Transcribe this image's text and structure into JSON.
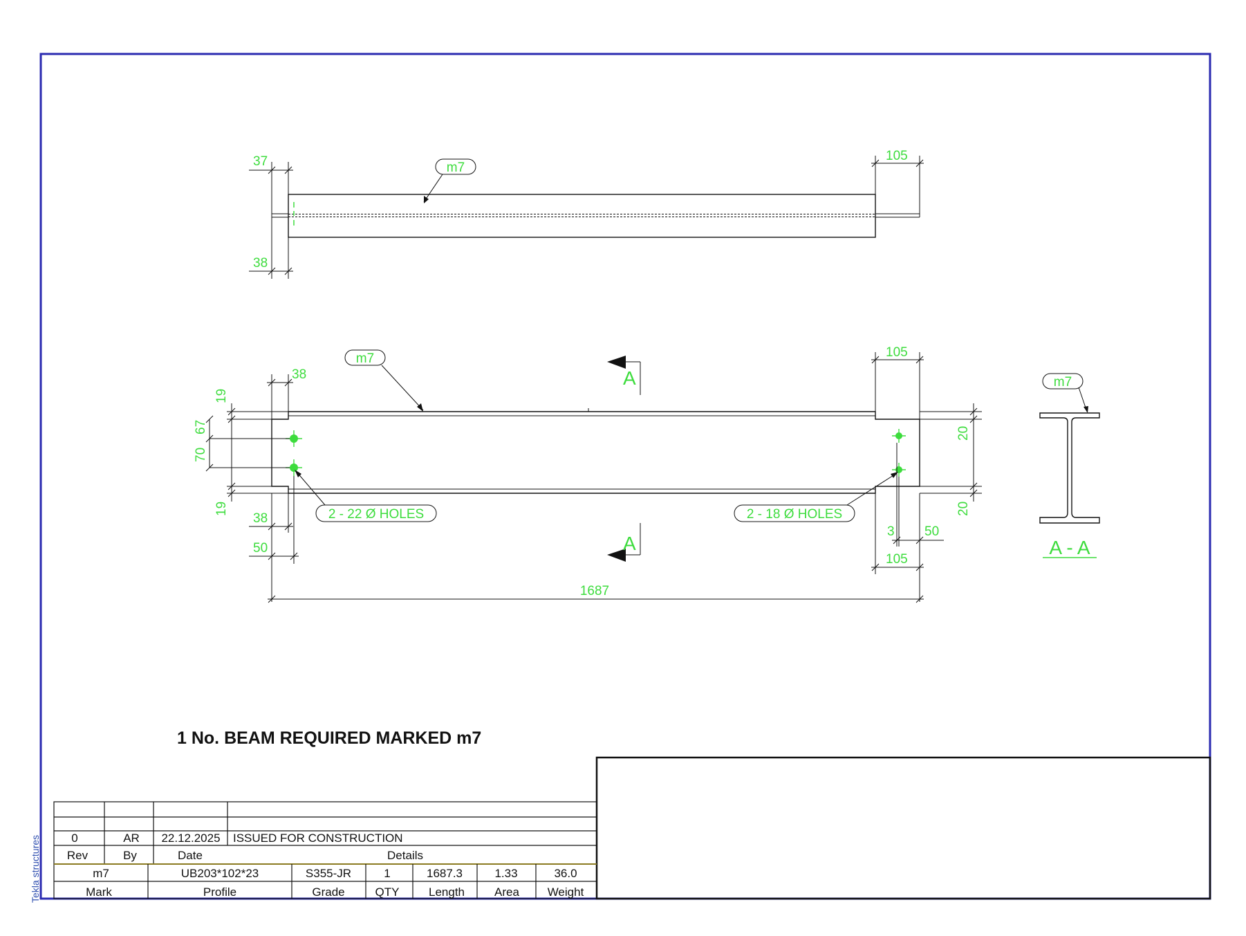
{
  "drawing": {
    "top_view": {
      "mark_label": "m7",
      "dims": {
        "left_top": "37",
        "left_bottom": "38",
        "right_top": "105"
      }
    },
    "front_view": {
      "mark_label": "m7",
      "section_marker_top": "A",
      "section_marker_bottom": "A",
      "dims": {
        "top_right": "105",
        "left_top_38": "38",
        "flange_19_top": "19",
        "dim_67": "67",
        "dim_70": "70",
        "flange_19_bottom": "19",
        "left_bottom_38": "38",
        "left_bottom_50": "50",
        "right_20_top": "20",
        "right_20_bottom": "20",
        "right_3": "3",
        "right_50": "50",
        "bottom_right_105": "105",
        "overall_length": "1687"
      },
      "hole_callouts": {
        "left": "2 - 22 Ø HOLES",
        "right": "2 - 18 Ø HOLES"
      }
    },
    "section_view": {
      "mark_label": "m7",
      "title": "A - A"
    },
    "note": "1 No. BEAM REQUIRED MARKED m7",
    "side_label": "Tekla structures"
  },
  "revision_table": {
    "rows": [
      {
        "rev": "",
        "by": "",
        "date": "",
        "details": ""
      },
      {
        "rev": "",
        "by": "",
        "date": "",
        "details": ""
      },
      {
        "rev": "0",
        "by": "AR",
        "date": "22.12.2025",
        "details": "ISSUED FOR CONSTRUCTION"
      }
    ],
    "headers": {
      "rev": "Rev",
      "by": "By",
      "date": "Date",
      "details": "Details"
    }
  },
  "part_table": {
    "values": {
      "mark": "m7",
      "profile": "UB203*102*23",
      "grade": "S355-JR",
      "qty": "1",
      "length": "1687.3",
      "area": "1.33",
      "weight": "36.0"
    },
    "headers": {
      "mark": "Mark",
      "profile": "Profile",
      "grade": "Grade",
      "qty": "QTY",
      "length": "Length",
      "area": "Area",
      "weight": "Weight"
    }
  },
  "colors": {
    "border": "#2a2ab0",
    "annotation": "#3ddc3d",
    "steel": "#111111"
  }
}
